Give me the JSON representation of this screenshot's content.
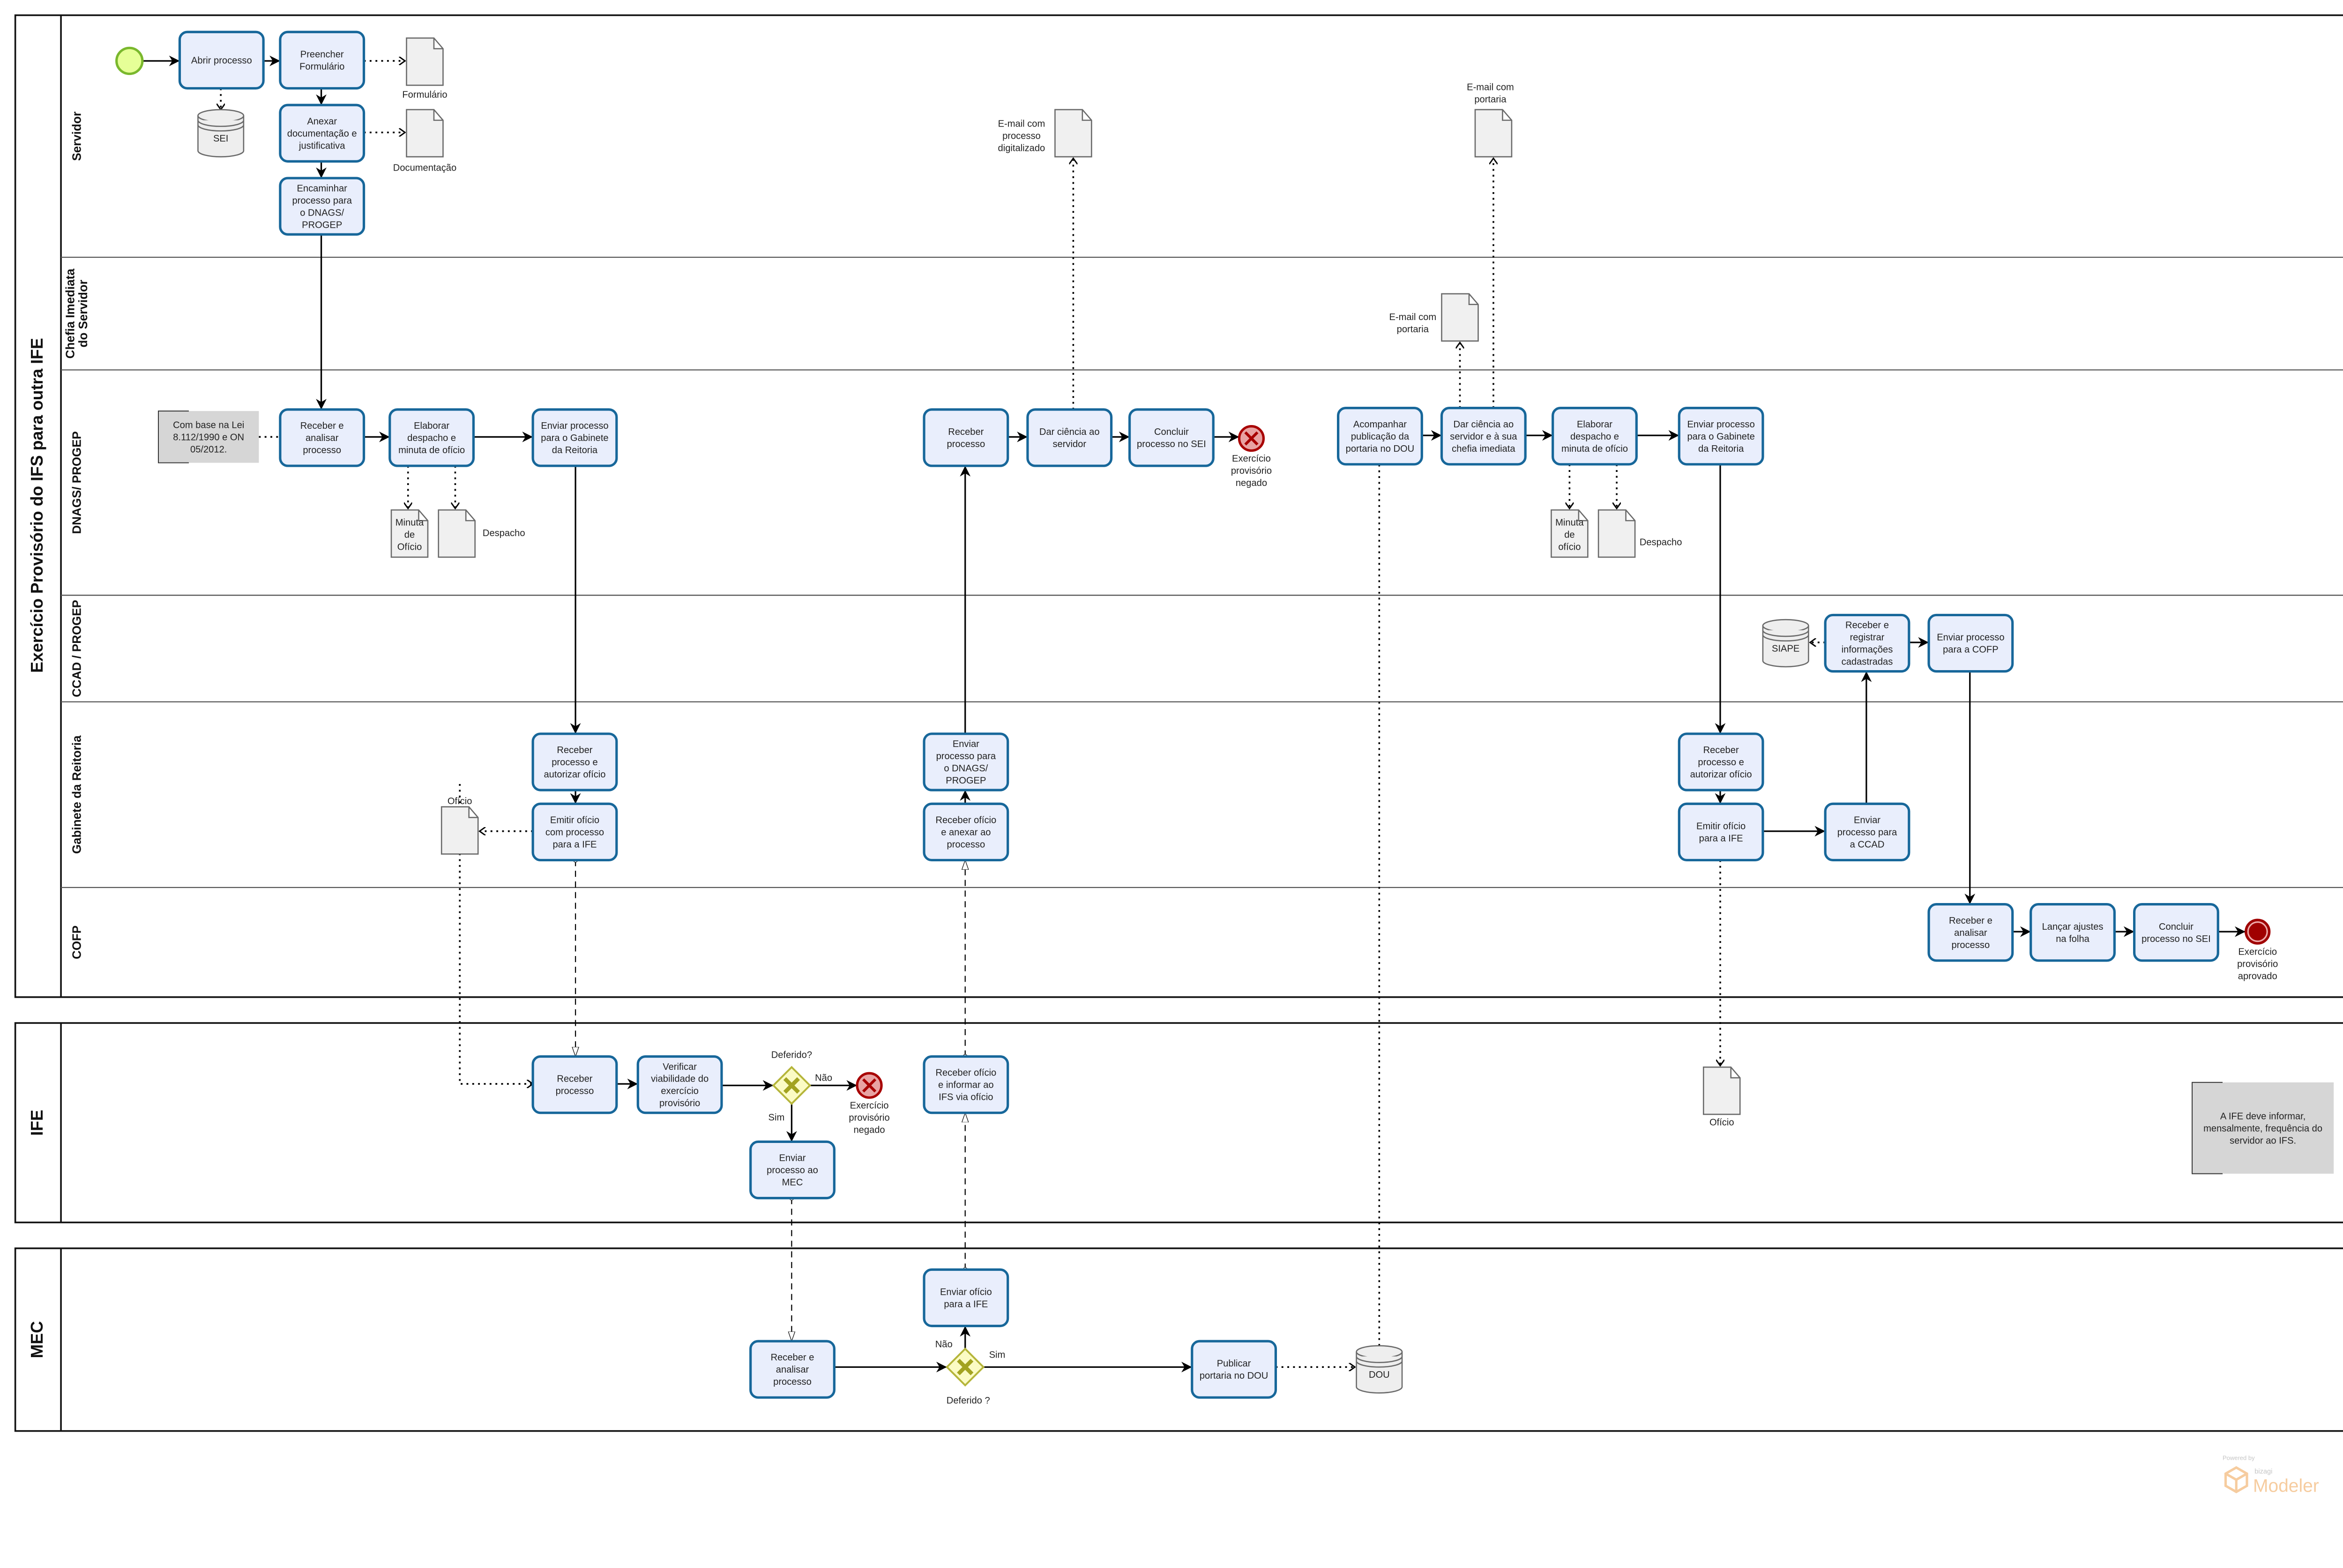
{
  "main_pool": {
    "title": "Exercício Provisório do IFS para outra IFE",
    "lanes": [
      [
        "Servidor"
      ],
      [
        "Chefia Imediata",
        "do Servidor"
      ],
      [
        "DNAGS/ PROGEP"
      ],
      [
        "CCAD / PROGEP"
      ],
      [
        "Gabinete da Reitoria"
      ],
      [
        "COFP"
      ]
    ]
  },
  "ife_pool": {
    "title": "IFE"
  },
  "mec_pool": {
    "title": "MEC"
  },
  "tasks": {
    "t_abrir": [
      "Abrir processo"
    ],
    "t_preencher": [
      "Preencher",
      "Formulário"
    ],
    "t_anexar": [
      "Anexar",
      "documentação e",
      "justificativa"
    ],
    "t_encaminhar": [
      "Encaminhar",
      "processo para",
      "o DNAGS/",
      "PROGEP"
    ],
    "t_dn_receber": [
      "Receber e",
      "analisar",
      "processo"
    ],
    "t_dn_elaborar": [
      "Elaborar",
      "despacho e",
      "minuta de ofício"
    ],
    "t_dn_enviar_gab": [
      "Enviar processo",
      "para o Gabinete",
      "da Reitoria"
    ],
    "t_dn_receber2": [
      "Receber",
      "processo"
    ],
    "t_dn_dar_ciencia": [
      "Dar ciência ao",
      "servidor"
    ],
    "t_dn_concluir": [
      "Concluir",
      "processo no SEI"
    ],
    "t_dn_acompanhar": [
      "Acompanhar",
      "publicação da",
      "portaria no DOU"
    ],
    "t_dn_dar_ciencia2": [
      "Dar ciência ao",
      "servidor e à sua",
      "chefia imediata"
    ],
    "t_dn_elaborar2": [
      "Elaborar",
      "despacho e",
      "minuta de ofício"
    ],
    "t_dn_enviar_gab2": [
      "Enviar processo",
      "para o Gabinete",
      "da Reitoria"
    ],
    "t_cc_registrar": [
      "Receber e",
      "registrar",
      "informações",
      "cadastradas"
    ],
    "t_cc_enviar_cofp": [
      "Enviar processo",
      "para a COFP"
    ],
    "t_gb_receber_aut": [
      "Receber",
      "processo e",
      "autorizar ofício"
    ],
    "t_gb_emitir": [
      "Emitir ofício",
      "com processo",
      "para a IFE"
    ],
    "t_gb_enviar_dnags": [
      "Enviar",
      "processo para",
      "o DNAGS/",
      "PROGEP"
    ],
    "t_gb_receber_oficio": [
      "Receber ofício",
      "e anexar ao",
      "processo"
    ],
    "t_gb_receber_aut2": [
      "Receber",
      "processo e",
      "autorizar ofício"
    ],
    "t_gb_emitir2": [
      "Emitir ofício",
      "para a IFE"
    ],
    "t_gb_enviar_ccad": [
      "Enviar",
      "processo para",
      "a CCAD"
    ],
    "t_cofp_receber": [
      "Receber e",
      "analisar",
      "processo"
    ],
    "t_cofp_lancar": [
      "Lançar ajustes",
      "na folha"
    ],
    "t_cofp_concluir": [
      "Concluir",
      "processo no SEI"
    ],
    "t_ife_receber": [
      "Receber",
      "processo"
    ],
    "t_ife_verificar": [
      "Verificar",
      "viabilidade do",
      "exercício",
      "provisório"
    ],
    "t_ife_enviar_mec": [
      "Enviar",
      "processo ao",
      "MEC"
    ],
    "t_ife_receber_oficio": [
      "Receber ofício",
      "e informar ao",
      "IFS via ofício"
    ],
    "t_mec_receber": [
      "Receber e",
      "analisar",
      "processo"
    ],
    "t_mec_enviar_oficio": [
      "Enviar ofício",
      "para a IFE"
    ],
    "t_mec_publicar": [
      "Publicar",
      "portaria no DOU"
    ]
  },
  "documents": {
    "d_formulario": [
      "Formulário"
    ],
    "d_documentacao": [
      "Documentação"
    ],
    "d_email_proc": [
      "E-mail com",
      "processo",
      "digitalizado"
    ],
    "d_email_port_serv": [
      "E-mail com",
      "portaria"
    ],
    "d_email_port_chefia": [
      "E-mail com",
      "portaria"
    ],
    "d_minuta1": [
      "Minuta",
      "de",
      "Ofício"
    ],
    "d_despacho1": [
      "Despacho"
    ],
    "d_minuta2": [
      "Minuta",
      "de",
      "ofício"
    ],
    "d_despacho2": [
      "Despacho"
    ],
    "d_oficio_gb": [
      "Ofício"
    ],
    "d_oficio_ife": [
      "Ofício"
    ]
  },
  "data_stores": {
    "db_sei": "SEI",
    "db_siape": "SIAPE",
    "db_dou": "DOU"
  },
  "annotations": {
    "n_lei": [
      "Com base na Lei",
      "8.112/1990 e ON",
      "05/2012."
    ],
    "n_ife": [
      "A IFE deve informar,",
      "mensalmente, frequência do",
      "servidor ao IFS."
    ]
  },
  "events": {
    "ev_start": [],
    "ev_err_dnags": [
      "Exercício",
      "provisório",
      "negado"
    ],
    "ev_err_ife": [
      "Exercício",
      "provisório",
      "negado"
    ],
    "ev_end_cofp": [
      "Exercício",
      "provisório",
      "aprovado"
    ]
  },
  "gateways": {
    "g_ife": "Deferido?",
    "g_mec": "Deferido ?"
  },
  "flow_labels": {
    "ife_nao": "Não",
    "ife_sim": "Sim",
    "mec_nao": "Não",
    "mec_sim": "Sim"
  },
  "watermark": {
    "powered_by": "Powered by",
    "brand": "bizagi",
    "product": "Modeler"
  },
  "colors": {
    "task_fill": "#e9eefc",
    "task_stroke": "#17679a",
    "start_fill": "#e6ff97",
    "start_stroke": "#7ab82d",
    "error_fill": "#e8a3a3",
    "error_stroke": "#a80000",
    "gateway_fill": "#fbfbc4",
    "gateway_stroke": "#b5b53a",
    "watermark": "#f5c48f"
  }
}
